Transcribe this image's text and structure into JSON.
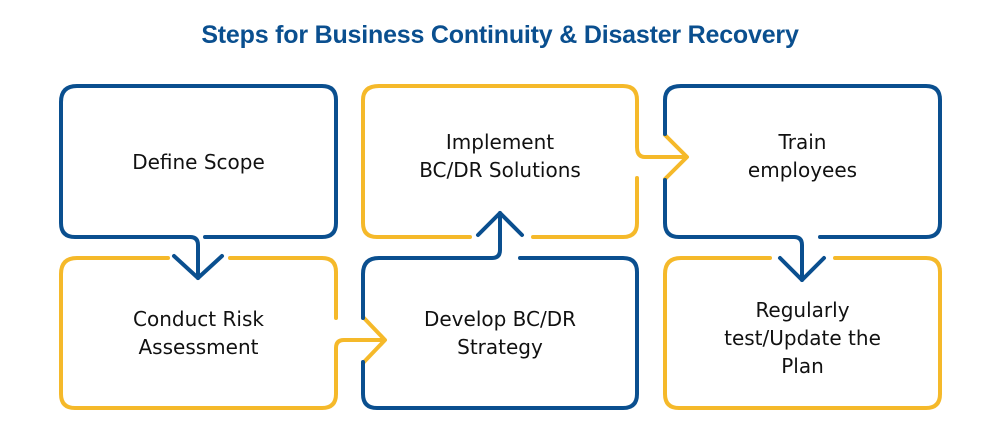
{
  "title": "Steps for Business Continuity & Disaster Recovery",
  "colors": {
    "blue": "#0a4f8f",
    "yellow": "#f5b92a",
    "text": "#111111"
  },
  "steps": [
    {
      "id": "define-scope",
      "label": "Define Scope",
      "color": "blue"
    },
    {
      "id": "conduct-risk-assessment",
      "label": "Conduct Risk\nAssessment",
      "color": "yellow"
    },
    {
      "id": "develop-strategy",
      "label": "Develop BC/DR\nStrategy",
      "color": "blue"
    },
    {
      "id": "implement-solutions",
      "label": "Implement\nBC/DR Solutions",
      "color": "yellow"
    },
    {
      "id": "train-employees",
      "label": "Train\nemployees",
      "color": "blue"
    },
    {
      "id": "regularly-test-update",
      "label": "Regularly\ntest/Update the\nPlan",
      "color": "yellow"
    }
  ],
  "connections": [
    {
      "from": "define-scope",
      "to": "conduct-risk-assessment",
      "direction": "down"
    },
    {
      "from": "conduct-risk-assessment",
      "to": "develop-strategy",
      "direction": "right"
    },
    {
      "from": "develop-strategy",
      "to": "implement-solutions",
      "direction": "up"
    },
    {
      "from": "implement-solutions",
      "to": "train-employees",
      "direction": "right"
    },
    {
      "from": "train-employees",
      "to": "regularly-test-update",
      "direction": "down"
    }
  ]
}
